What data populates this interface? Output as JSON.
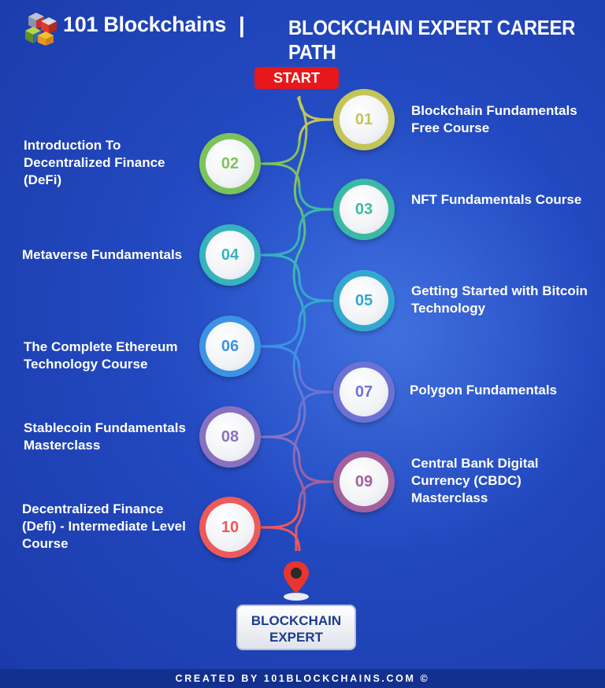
{
  "header": {
    "brand": "101 Blockchains",
    "separator": "|",
    "title": "BLOCKCHAIN EXPERT CAREER PATH"
  },
  "start_label": "START",
  "steps": [
    {
      "number": "01",
      "label": "Blockchain Fundamentals Free Course",
      "color": "#c3c55a",
      "side": "right"
    },
    {
      "number": "02",
      "label": "Introduction To Decentralized Finance (DeFi)",
      "color": "#7dc35b",
      "side": "left"
    },
    {
      "number": "03",
      "label": "NFT Fundamentals Course",
      "color": "#3cb9a5",
      "side": "right"
    },
    {
      "number": "04",
      "label": "Metaverse Fundamentals",
      "color": "#36b3bd",
      "side": "left"
    },
    {
      "number": "05",
      "label": "Getting Started with Bitcoin Technology",
      "color": "#33a8cf",
      "side": "right"
    },
    {
      "number": "06",
      "label": "The Complete Ethereum Technology Course",
      "color": "#3d92e3",
      "side": "left"
    },
    {
      "number": "07",
      "label": "Polygon Fundamentals",
      "color": "#6c72d3",
      "side": "right"
    },
    {
      "number": "08",
      "label": "Stablecoin Fundamentals Masterclass",
      "color": "#8872bf",
      "side": "left"
    },
    {
      "number": "09",
      "label": "Central Bank Digital Currency (CBDC) Masterclass",
      "color": "#a2619c",
      "side": "right"
    },
    {
      "number": "10",
      "label": "Decentralized Finance (Defi) - Intermediate Level Course",
      "color": "#ec5a5a",
      "side": "left"
    }
  ],
  "goal": {
    "line1": "BLOCKCHAIN",
    "line2": "EXPERT"
  },
  "footer": "CREATED BY 101BLOCKCHAINS.COM ©"
}
